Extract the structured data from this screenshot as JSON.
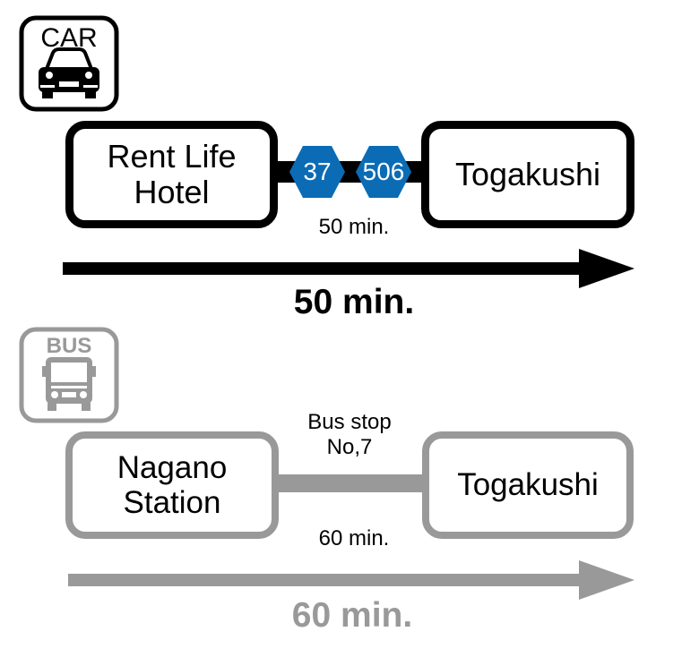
{
  "colors": {
    "car": "#000000",
    "bus": "#999999",
    "route_badge": "#0B6CB5"
  },
  "car": {
    "icon_label": "CAR",
    "icon": "car-icon",
    "origin": "Rent Life\nHotel",
    "destination": "Togakushi",
    "routes": [
      "37",
      "506"
    ],
    "segment_time": "50 min.",
    "total_time": "50 min."
  },
  "bus": {
    "icon_label": "BUS",
    "icon": "bus-icon",
    "origin": "Nagano\nStation",
    "destination": "Togakushi",
    "stop_label": "Bus stop\nNo,7",
    "segment_time": "60 min.",
    "total_time": "60 min."
  }
}
